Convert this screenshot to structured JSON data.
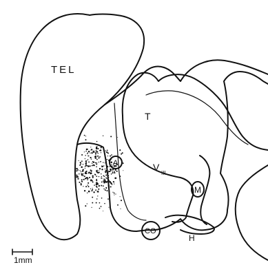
{
  "diagram": {
    "labels": {
      "telencephalon": "TEL",
      "thalamus": "T",
      "third_ventricle": "V",
      "third_ventricle_sub": "III",
      "nucleus_a": "A",
      "nucleus_m": "M",
      "optic_chiasm": "CO",
      "hypophysis": "H"
    },
    "scale_bar": {
      "label": "1mm"
    },
    "colors": {
      "line": "#111111",
      "background": "#ffffff"
    }
  }
}
